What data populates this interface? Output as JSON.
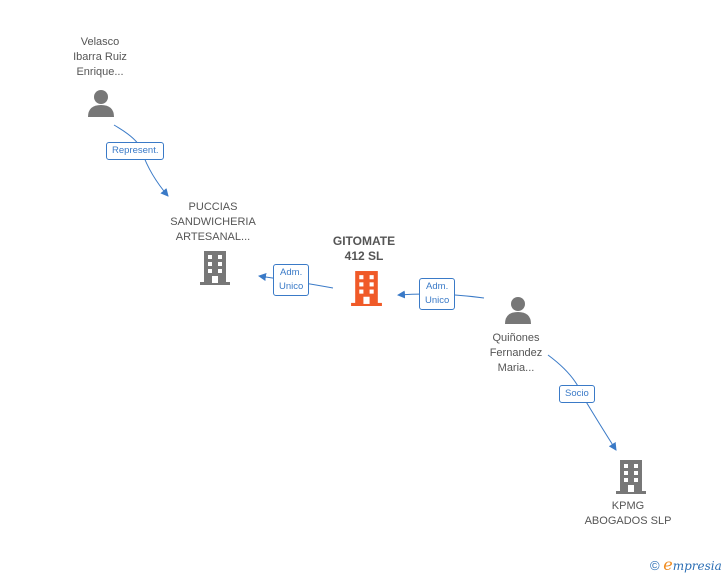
{
  "nodes": {
    "velasco": {
      "lines": [
        "Velasco",
        "Ibarra Ruiz",
        "Enrique..."
      ],
      "type": "person"
    },
    "puccias": {
      "lines": [
        "PUCCIAS",
        "SANDWICHERIA",
        "ARTESANAL..."
      ],
      "type": "company"
    },
    "gitomate": {
      "lines": [
        "GITOMATE",
        "412  SL"
      ],
      "type": "company-focus"
    },
    "quinones": {
      "lines": [
        "Quiñones",
        "Fernandez",
        "Maria..."
      ],
      "type": "person"
    },
    "kpmg": {
      "lines": [
        "KPMG",
        "ABOGADOS  SLP"
      ],
      "type": "company"
    }
  },
  "edges": {
    "represent": {
      "lines": [
        "Represent."
      ]
    },
    "adm_unico_1": {
      "lines": [
        "Adm.",
        "Unico"
      ]
    },
    "adm_unico_2": {
      "lines": [
        "Adm.",
        "Unico"
      ]
    },
    "socio": {
      "lines": [
        "Socio"
      ]
    }
  },
  "colors": {
    "edge": "#3a7ac7",
    "node_icon": "#777777",
    "focus_icon": "#f05a28"
  },
  "branding": {
    "copyright": "©",
    "logo_initial": "e",
    "logo_rest": "mpresia"
  }
}
